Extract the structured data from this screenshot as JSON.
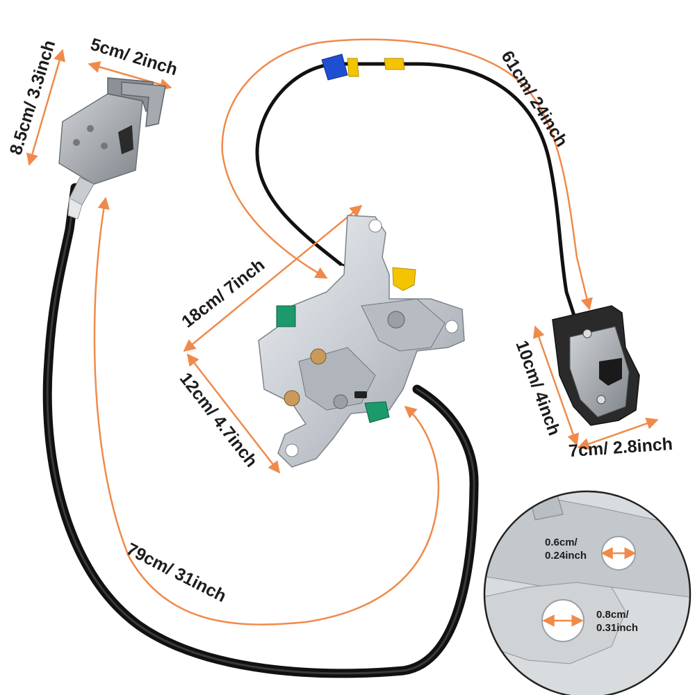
{
  "accent_color": "#f08a4b",
  "measurements": {
    "latch_left_height": "8.5cm/ 3.3inch",
    "latch_left_width": "5cm/ 2inch",
    "cable_top": "61cm/ 24inch",
    "main_latch_diagonal": "18cm/ 7inch",
    "main_latch_bottom": "12cm/ 4.7inch",
    "latch_right_height": "10cm/ 4inch",
    "latch_right_width": "7cm/ 2.8inch",
    "cable_long": "79cm/ 31inch"
  },
  "inset": {
    "hole_small": "0.6cm/\n0.24inch",
    "hole_large": "0.8cm/\n0.31inch"
  }
}
